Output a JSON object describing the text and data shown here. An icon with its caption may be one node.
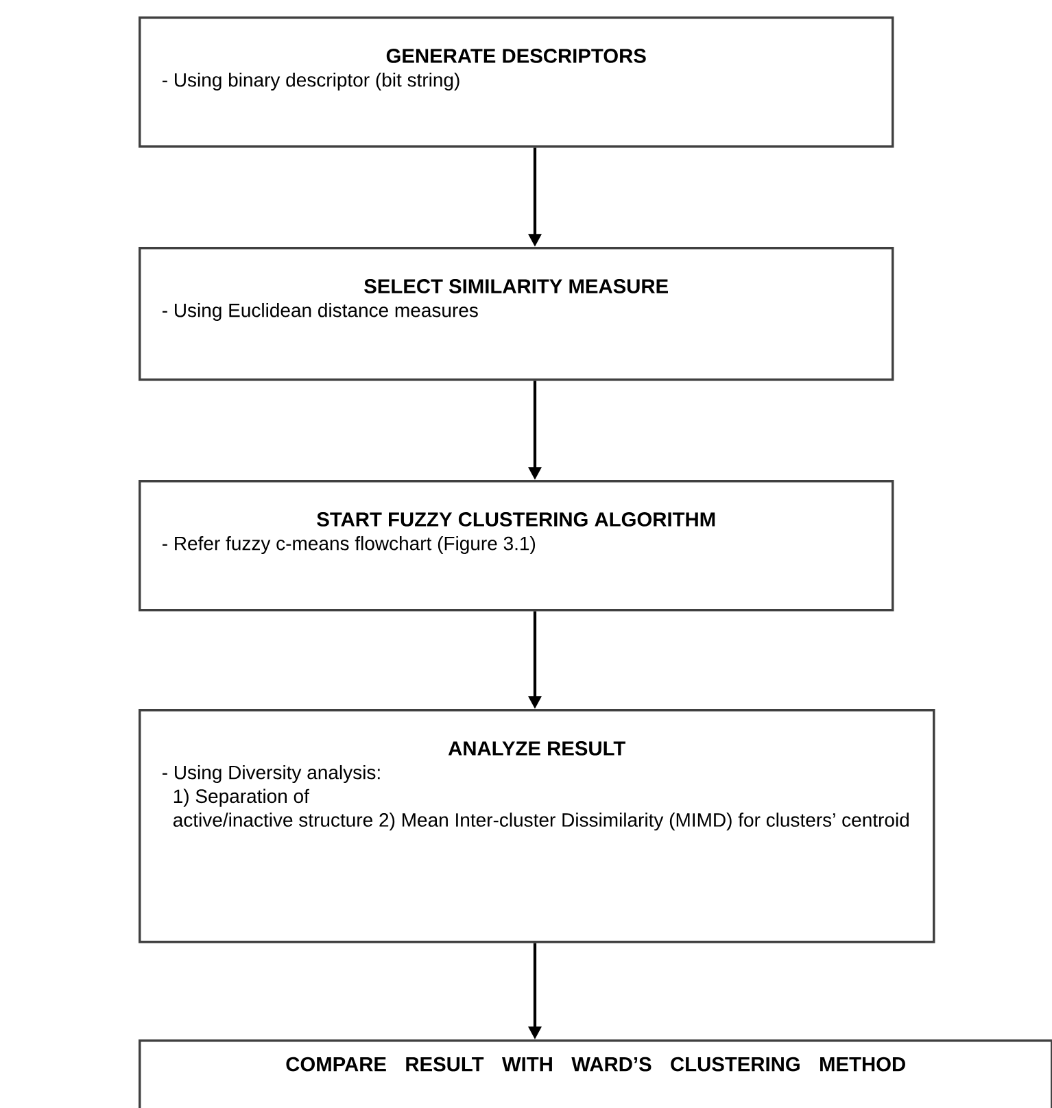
{
  "diagram": {
    "nodes": [
      {
        "text": [
          "GENERATE DESCRIPTORS",
          "- Using binary descriptor (bit string)"
        ]
      },
      {
        "text": [
          "SELECT SIMILARITY MEASURE",
          "- Using Euclidean distance measures"
        ]
      },
      {
        "text": [
          "START FUZZY CLUSTERING ALGORITHM",
          "- Refer fuzzy c-means flowchart (Figure 3.1)"
        ]
      },
      {
        "text": [
          "ANALYZE RESULT",
          "- Using Diversity analysis:",
          "1) Separation of active/inactive structure 2) Mean Inter-cluster Dissimilarity (MIMD) for clusters’ centroid"
        ]
      },
      {
        "text": [
          "COMPARE RESULT WITH WARD’S CLUSTERING METHOD"
        ]
      }
    ],
    "edges": [
      {
        "from": 0,
        "to": 1,
        "arrow": "to"
      },
      {
        "from": 1,
        "to": 2,
        "arrow": "to"
      },
      {
        "from": 2,
        "to": 3,
        "arrow": "to"
      },
      {
        "from": 3,
        "to": 4,
        "arrow": "to"
      }
    ]
  }
}
